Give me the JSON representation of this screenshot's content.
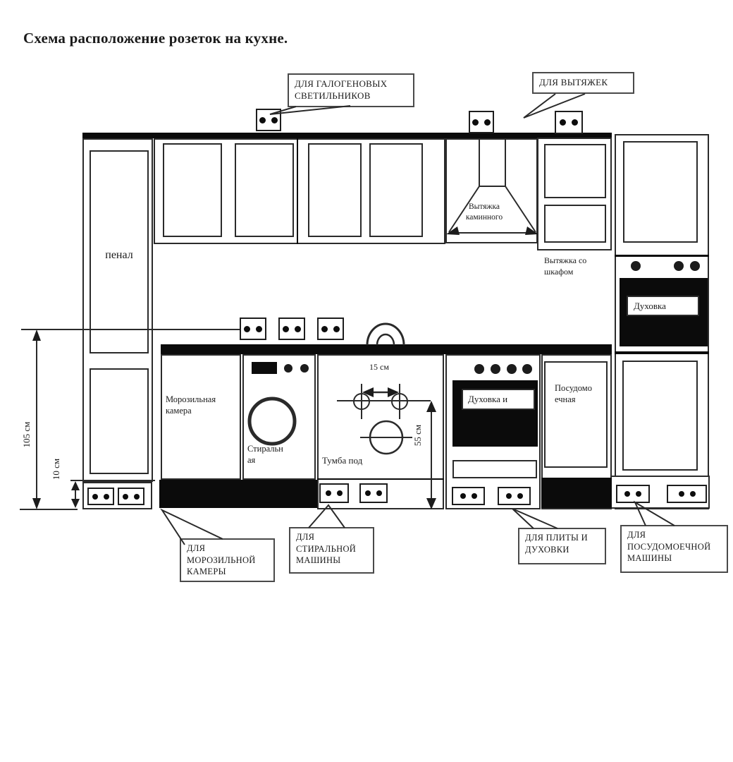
{
  "title": "Схема расположение розеток на кухне.",
  "callouts": {
    "halogen_line1": "ДЛЯ ГАЛОГЕНОВЫХ",
    "halogen_line2": "СВЕТИЛЬНИКОВ",
    "hoods": "ДЛЯ ВЫТЯЖЕК",
    "freezer_line1": "ДЛЯ",
    "freezer_line2": "МОРОЗИЛЬНОЙ",
    "freezer_line3": "КАМЕРЫ",
    "washer_line1": "ДЛЯ",
    "washer_line2": "СТИРАЛЬНОЙ",
    "washer_line3": "МАШИНЫ",
    "stove_line1": "ДЛЯ ПЛИТЫ И",
    "stove_line2": "ДУХОВКИ",
    "dishwasher_line1": "ДЛЯ",
    "dishwasher_line2": "ПОСУДОМОЕЧНОЙ",
    "dishwasher_line3": "МАШИНЫ"
  },
  "labels": {
    "penal": "пенал",
    "hood1": "Вытяжка",
    "hood2": "каминного",
    "hood_cab1": "Вытяжка со",
    "hood_cab2": "шкафом",
    "oven": "Духовка",
    "freezer1": "Морозильная",
    "freezer2": "камера",
    "washer1": "Стиральн",
    "washer2": "ая",
    "sink": "Тумба под",
    "stove_oven": "Духовка и",
    "dw1": "Посудомо",
    "dw2": "ечная"
  },
  "dims": {
    "w15": "15 см",
    "h55": "55 см",
    "h105": "105 см",
    "h10": "10 см"
  },
  "colors": {
    "ink": "#222222",
    "black": "#0b0b0b",
    "paper": "#ffffff"
  }
}
